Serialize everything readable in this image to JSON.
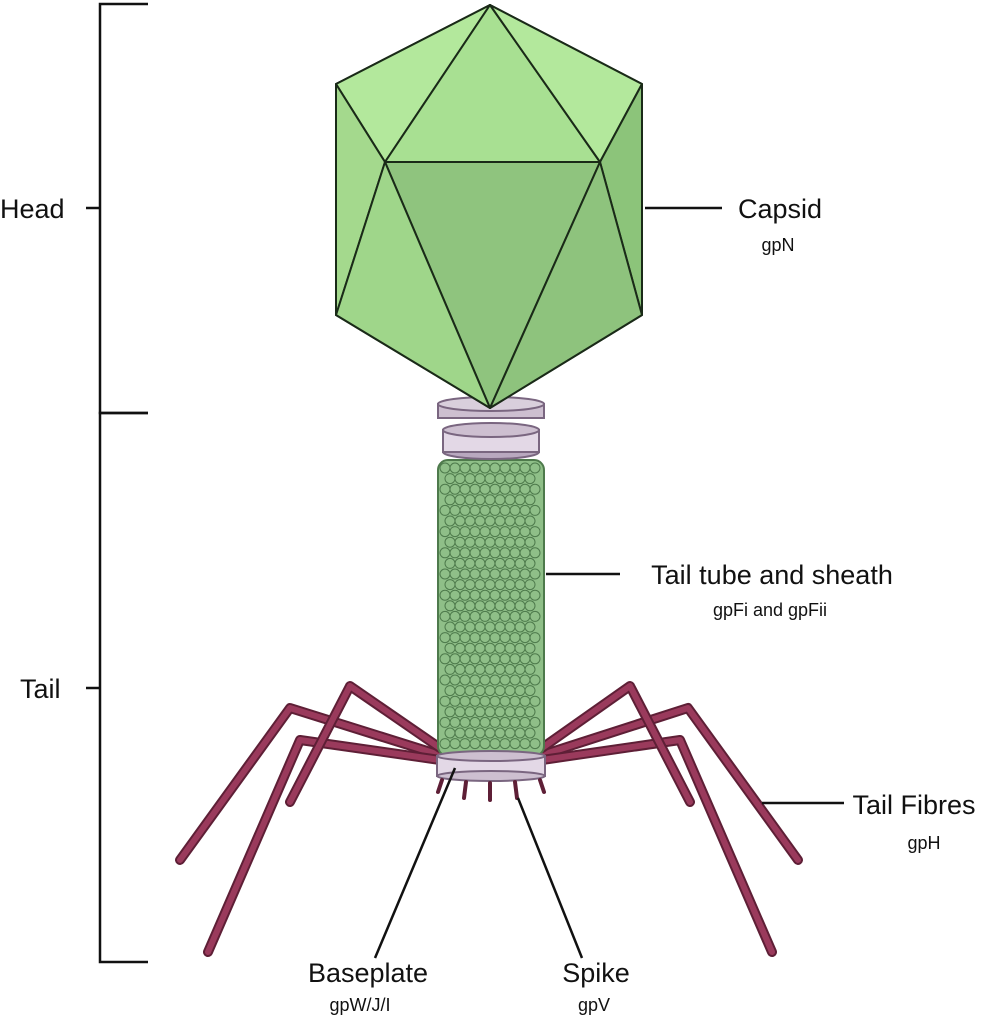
{
  "labels": {
    "head": "Head",
    "tail": "Tail",
    "capsid": "Capsid",
    "capsid_protein": "gpN",
    "tube": "Tail tube and sheath",
    "tube_protein": "gpFi and gpFii",
    "fibres": "Tail Fibres",
    "fibres_protein": "gpH",
    "baseplate": "Baseplate",
    "baseplate_protein": "gpW/J/I",
    "spike": "Spike",
    "spike_protein": "gpV"
  },
  "colors": {
    "capsid_light": "#b3e89c",
    "capsid_mid": "#9fd68a",
    "capsid_dark": "#7fb86e",
    "sheath": "#8fbf88",
    "sheath_outline": "#4e7a4c",
    "collar": "#cdbfd0",
    "collar_dark": "#7a6680",
    "fibre": "#9a3a5c",
    "fibre_dark": "#5e1f36",
    "line": "#111111"
  }
}
